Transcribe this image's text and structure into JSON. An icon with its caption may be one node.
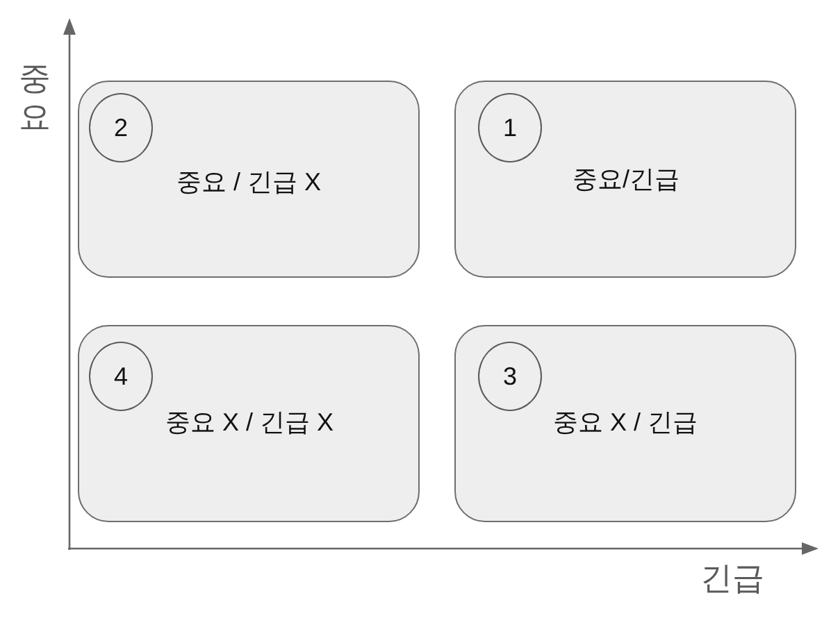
{
  "diagram": {
    "nodes": [
      {
        "text": [
          "중요 / 긴급 X"
        ]
      },
      {
        "text": [
          "2"
        ],
        "in": 0
      },
      {
        "text": [
          "중요/긴급"
        ]
      },
      {
        "text": [
          "1"
        ],
        "in": 2
      },
      {
        "text": [
          "중요 X / 긴급 X"
        ]
      },
      {
        "text": [
          "4"
        ],
        "in": 4
      },
      {
        "text": [
          "중요 X / 긴급"
        ]
      },
      {
        "text": [
          "3"
        ],
        "in": 6
      }
    ],
    "labels": [
      "중요",
      "긴급"
    ]
  }
}
